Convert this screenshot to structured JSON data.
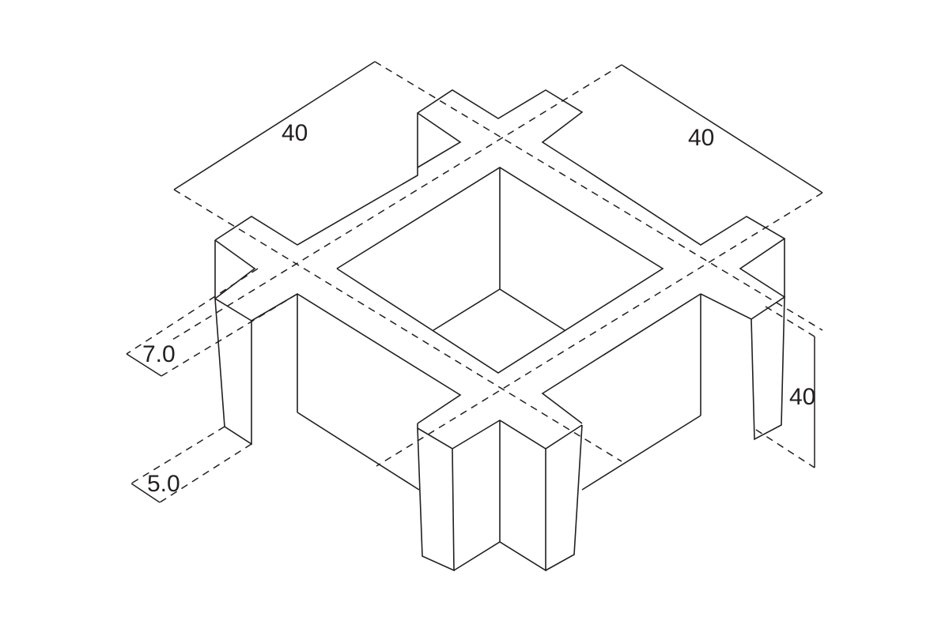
{
  "colors": {
    "line": "#231f20",
    "background": "#ffffff"
  },
  "dimensions": {
    "top_left_width": "40",
    "top_right_width": "40",
    "height": "40",
    "rib_thickness": "7.0",
    "base_thickness": "5.0"
  }
}
